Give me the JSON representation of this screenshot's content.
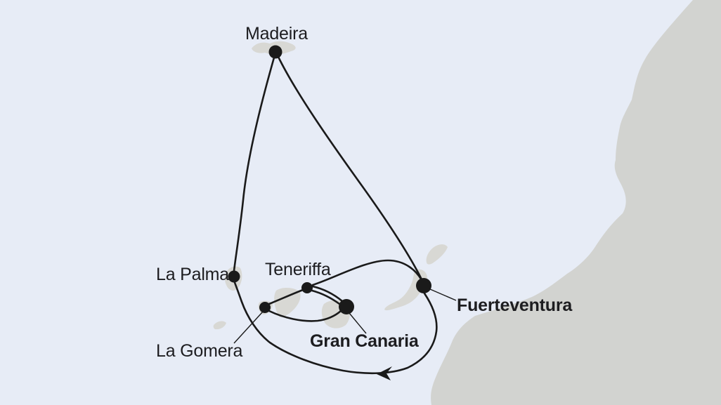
{
  "map": {
    "ports": [
      {
        "name": "Madeira",
        "emphasized": false
      },
      {
        "name": "La Palma",
        "emphasized": false
      },
      {
        "name": "Teneriffa",
        "emphasized": false
      },
      {
        "name": "La Gomera",
        "emphasized": false
      },
      {
        "name": "Gran Canaria",
        "emphasized": true
      },
      {
        "name": "Fuerteventura",
        "emphasized": true
      }
    ],
    "route": {
      "legs": [
        "Madeira - La Palma",
        "Madeira - Fuerteventura",
        "Teneriffa - Fuerteventura",
        "Teneriffa - Gran Canaria (outbound)",
        "Teneriffa - Gran Canaria (return)",
        "La Gomera - Teneriffa",
        "La Gomera - Gran Canaria",
        "Fuerteventura - La Palma (southern loop)"
      ],
      "direction_arrow": "westward (arrow on southern loop points left)"
    },
    "colors": {
      "sea": "#e7ecf6",
      "land": "#d2d3d0",
      "islands": "#d8d8d4",
      "route_line": "#1a1a1a",
      "label_text": "#1d1d20"
    }
  }
}
